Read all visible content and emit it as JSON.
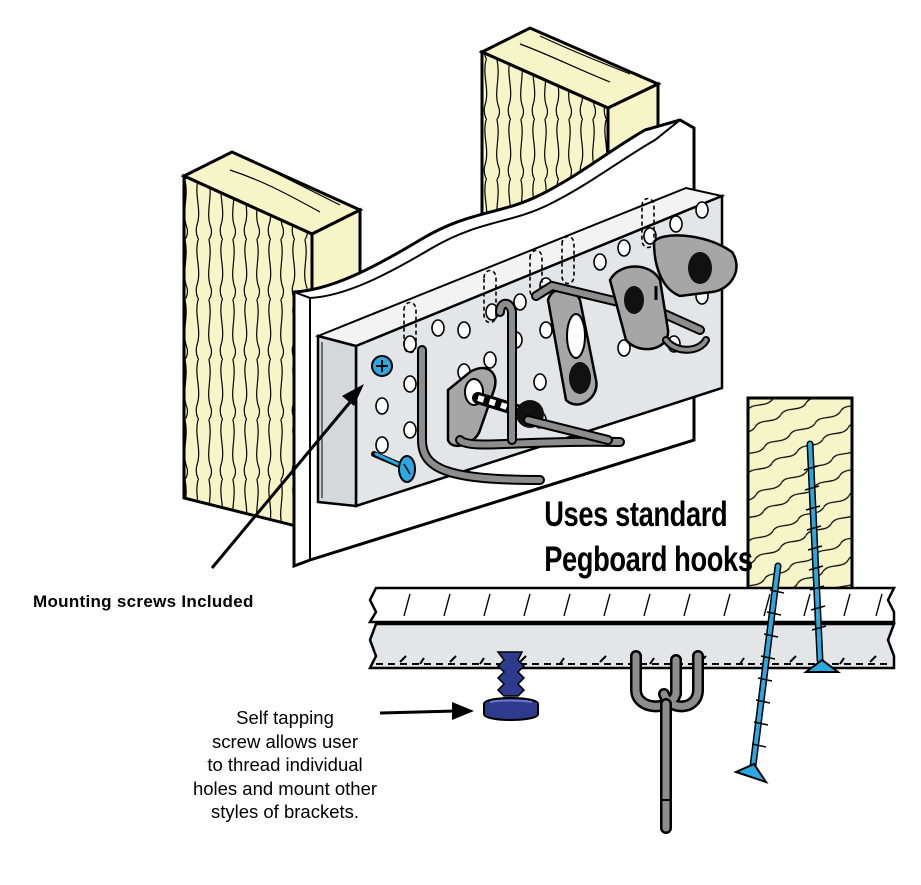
{
  "labels": {
    "mounting_screws": "Mounting screws Included",
    "hooks_line1": "Uses standard",
    "hooks_line2": "Pegboard hooks",
    "self_tapping": [
      "Self tapping",
      "screw allows user",
      "to thread individual",
      "holes and mount other",
      "styles of brackets."
    ]
  },
  "colors": {
    "wood": "#f6f5c8",
    "metal": "#e4e5e6",
    "hook": "#8d8d8d",
    "screw_blue": "#2aa8df",
    "screw_navy": "#2e3a8c",
    "outline": "#000000"
  }
}
